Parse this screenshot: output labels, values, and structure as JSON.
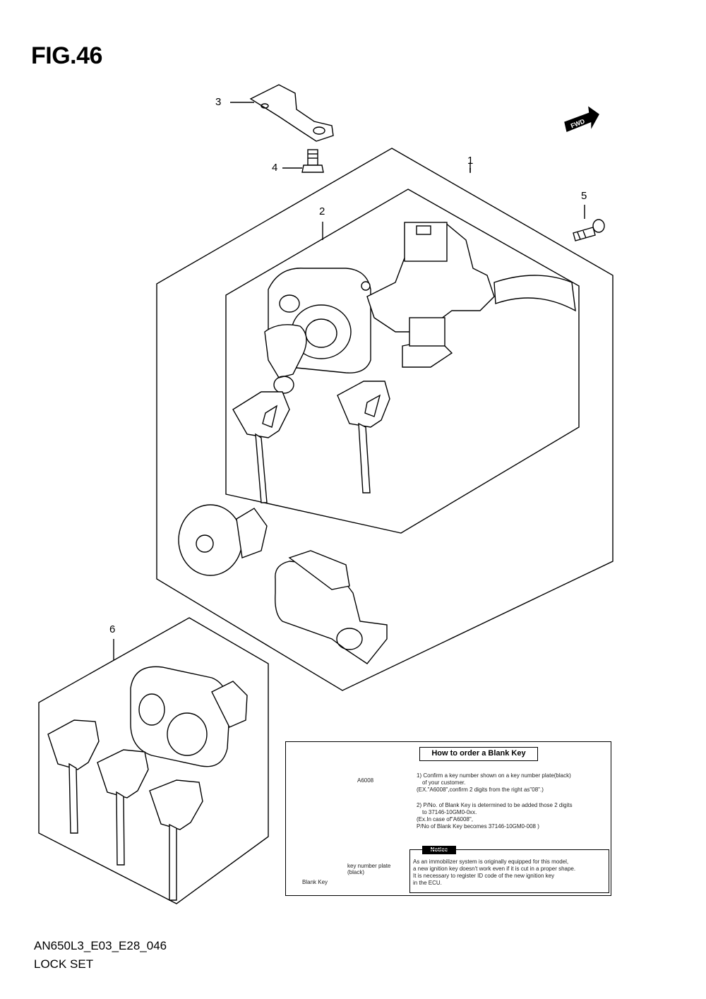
{
  "figure": {
    "title": "FIG.46"
  },
  "callouts": [
    "1",
    "2",
    "3",
    "4",
    "5",
    "6"
  ],
  "fwd_label": "FWD",
  "footer": {
    "code": "AN650L3_E03_E28_046",
    "name": "LOCK SET"
  },
  "blank_key_notice": {
    "title": "How to order a Blank Key",
    "plate_text": "A6008",
    "step1": [
      "1) Confirm a key number shown on a key number plate(black)",
      "of your customer.",
      "(EX.\"A6008\",confirm 2 digits from the right as\"08\".)"
    ],
    "step2": [
      "2) P/No. of Blank Key is determined to be added those 2 digits",
      "to 37146-10GM0-0xx.",
      "(Ex.In case of\"A6008\",",
      "P/No of Blank Key becomes 37146-10GM0-008 )"
    ],
    "notice_label": "Notice",
    "notice_lines": [
      "As an immobilizer system is originally equipped for this model,",
      "a new ignition key doesn't work even if it is cut in a proper shape.",
      "It is necessary to register ID code of the new ignition key",
      "in the ECU."
    ],
    "key_plate_label": [
      "key number plate",
      "(black)"
    ],
    "blank_key_label": "Blank Key"
  }
}
